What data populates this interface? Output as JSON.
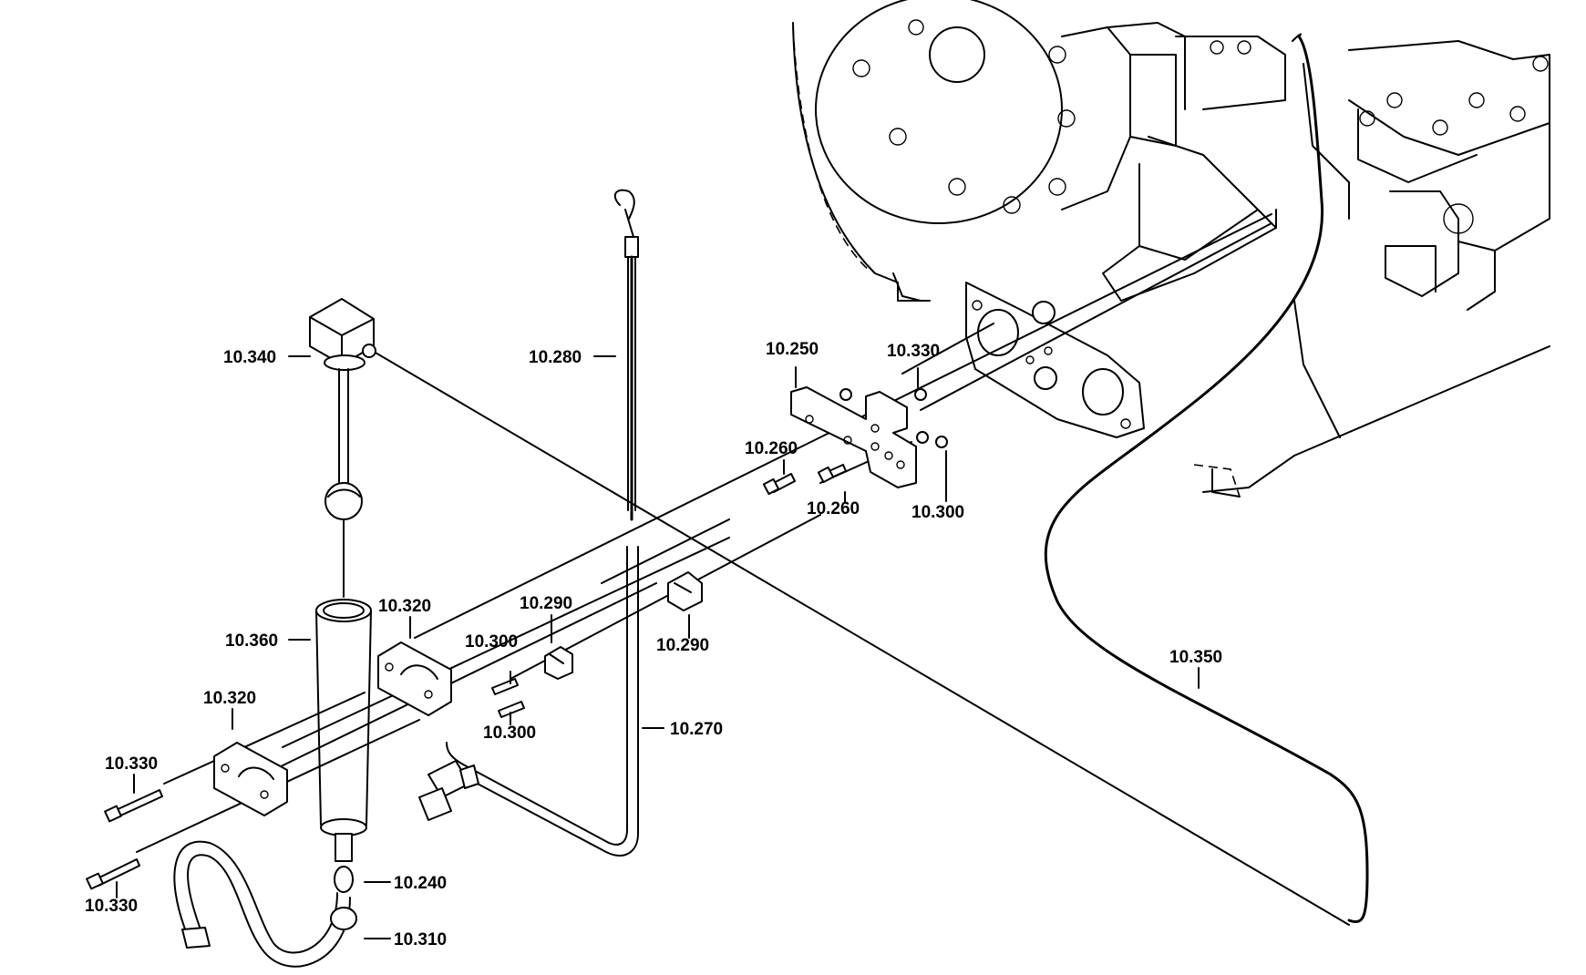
{
  "labels": {
    "p10_340": "10.340",
    "p10_280": "10.280",
    "p10_250": "10.250",
    "p10_330_top": "10.330",
    "p10_260_a": "10.260",
    "p10_260_b": "10.260",
    "p10_300_right": "10.300",
    "p10_320_a": "10.320",
    "p10_290_a": "10.290",
    "p10_290_b": "10.290",
    "p10_300_a": "10.300",
    "p10_300_b": "10.300",
    "p10_360": "10.360",
    "p10_350": "10.350",
    "p10_320_b": "10.320",
    "p10_270": "10.270",
    "p10_330_a": "10.330",
    "p10_330_b": "10.330",
    "p10_240": "10.240",
    "p10_310": "10.310"
  }
}
